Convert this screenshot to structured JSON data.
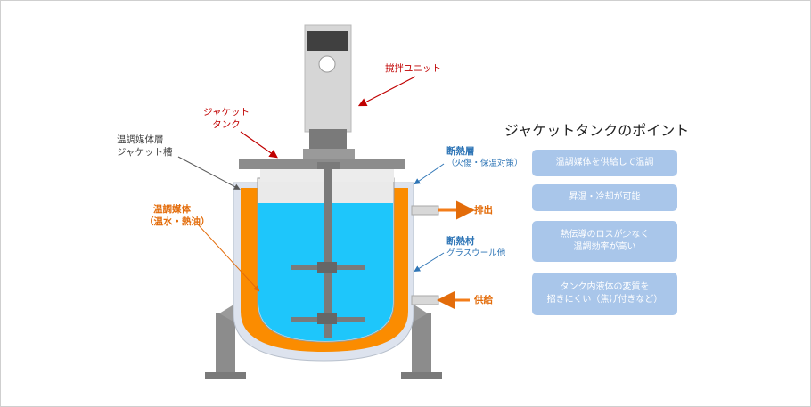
{
  "labels": {
    "stirring_unit": "撹拌ユニット",
    "jacket_tank_line1": "ジャケット",
    "jacket_tank_line2": "タンク",
    "medium_layer_line1": "温調媒体層",
    "medium_layer_line2": "ジャケット槽",
    "medium_line1": "温調媒体",
    "medium_line2": "（温水・熱油）",
    "insulation_layer": "断熱層",
    "insulation_layer_sub": "（火傷・保温対策）",
    "insulation_material": "断熱材",
    "insulation_material_sub": "グラスウール他",
    "outlet": "排出",
    "inlet": "供給"
  },
  "panel": {
    "title": "ジャケットタンクのポイント",
    "points": [
      "温調媒体を供給して温調",
      "昇温・冷却が可能",
      "熱伝導のロスが少なく\n温調効率が高い",
      "タンク内液体の変質を\n招きにくい（焦げ付きなど）"
    ]
  },
  "colors": {
    "medium": "#fb8c00",
    "liquid": "#1ec6fb",
    "insulation": "#dde3ee",
    "steel": "#8c8c8c",
    "motor": "#d6d6d6",
    "arrow_red": "#c00000",
    "arrow_orange": "#f37d1a",
    "point_box": "#a9c6ea"
  }
}
